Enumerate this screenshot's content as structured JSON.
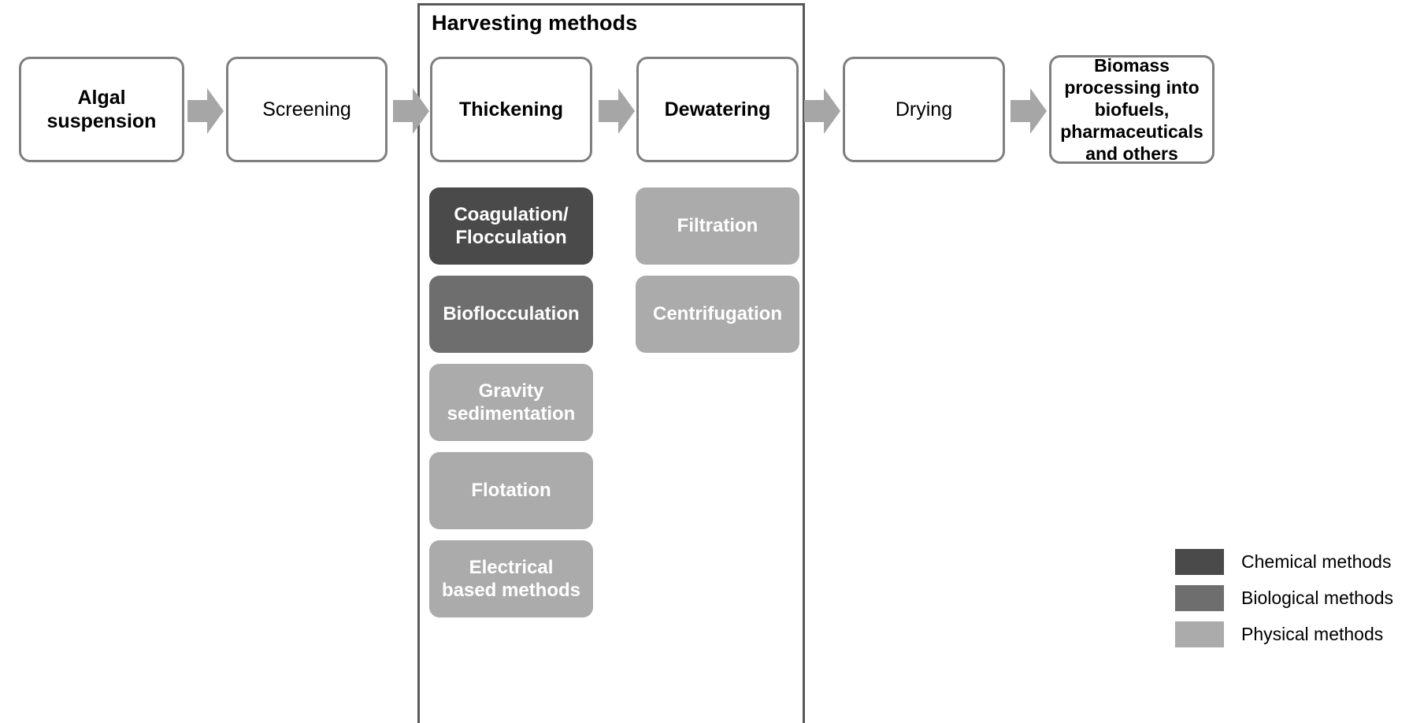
{
  "diagram": {
    "title": "Harvesting methods",
    "stages": [
      {
        "id": "algal-suspension",
        "label": "Algal\nsuspension",
        "bold": true,
        "font_size": 25
      },
      {
        "id": "screening",
        "label": "Screening",
        "bold": false,
        "font_size": 25
      },
      {
        "id": "thickening",
        "label": "Thickening",
        "bold": true,
        "font_size": 25
      },
      {
        "id": "dewatering",
        "label": "Dewatering",
        "bold": true,
        "font_size": 25
      },
      {
        "id": "drying",
        "label": "Drying",
        "bold": false,
        "font_size": 25
      },
      {
        "id": "biomass-processing",
        "label": "Biomass\nprocessing into\nbiofuels,\npharmaceuticals\nand others",
        "bold": true,
        "font_size": 23
      }
    ],
    "thickening_methods": [
      {
        "id": "coagulation-flocculation",
        "label": "Coagulation/\nFlocculation",
        "category": "chemical"
      },
      {
        "id": "bioflocculation",
        "label": "Bioflocculation",
        "category": "biological"
      },
      {
        "id": "gravity-sedimentation",
        "label": "Gravity\nsedimentation",
        "category": "physical"
      },
      {
        "id": "flotation",
        "label": "Flotation",
        "category": "physical"
      },
      {
        "id": "electrical-based-methods",
        "label": "Electrical\nbased methods",
        "category": "physical"
      }
    ],
    "dewatering_methods": [
      {
        "id": "filtration",
        "label": "Filtration",
        "category": "physical"
      },
      {
        "id": "centrifugation",
        "label": "Centrifugation",
        "category": "physical"
      }
    ],
    "legend": [
      {
        "id": "chemical",
        "label": "Chemical methods",
        "color": "#4a4a4a"
      },
      {
        "id": "biological",
        "label": "Biological methods",
        "color": "#6e6e6e"
      },
      {
        "id": "physical",
        "label": "Physical methods",
        "color": "#ababab"
      }
    ],
    "colors": {
      "chemical": "#4a4a4a",
      "biological": "#6e6e6e",
      "physical": "#ababab",
      "arrow": "#a6a6a6",
      "stage_border": "#7f7f7f",
      "container_border": "#595959",
      "background": "#ffffff",
      "text": "#000000",
      "method_text": "#ffffff"
    }
  }
}
